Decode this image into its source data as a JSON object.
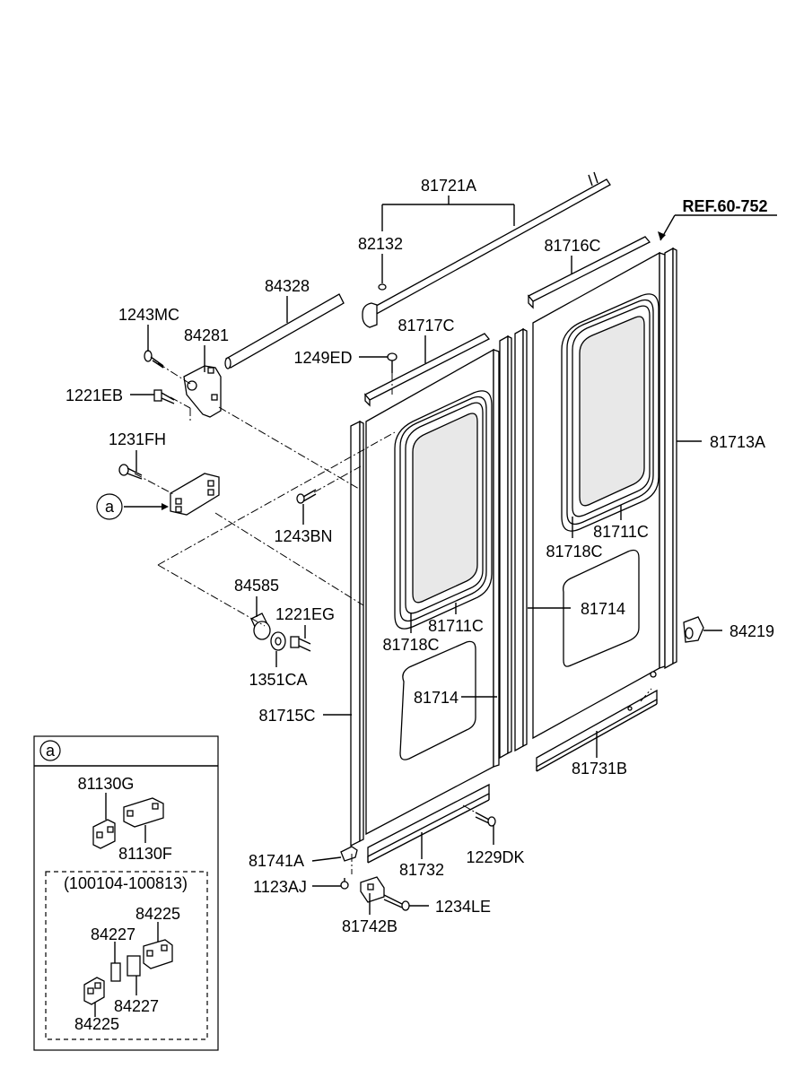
{
  "ref_label": "REF.60-752",
  "callout_letter": "a",
  "inset": {
    "letter": "a",
    "date_range": "(100104-100813)"
  },
  "labels": {
    "p81721A": "81721A",
    "p82132": "82132",
    "p81716C": "81716C",
    "p84328": "84328",
    "p1243MC": "1243MC",
    "p84281": "84281",
    "p81717C": "81717C",
    "p1249ED": "1249ED",
    "p1221EB": "1221EB",
    "p1231FH": "1231FH",
    "p81713A": "81713A",
    "p1243BN": "1243BN",
    "p81711C_r": "81711C",
    "p81718C_r": "81718C",
    "p84585": "84585",
    "p1221EG": "1221EG",
    "p81714_r": "81714",
    "p84219": "84219",
    "p81711C_l": "81711C",
    "p81718C_l": "81718C",
    "p1351CA": "1351CA",
    "p81714_l": "81714",
    "p81715C": "81715C",
    "p81731B": "81731B",
    "p81130G": "81130G",
    "p81130F": "81130F",
    "p84225_a": "84225",
    "p84227_a": "84227",
    "p84227_b": "84227",
    "p84225_b": "84225",
    "p81741A": "81741A",
    "p81732": "81732",
    "p1229DK": "1229DK",
    "p1123AJ": "1123AJ",
    "p1234LE": "1234LE",
    "p81742B": "81742B"
  }
}
